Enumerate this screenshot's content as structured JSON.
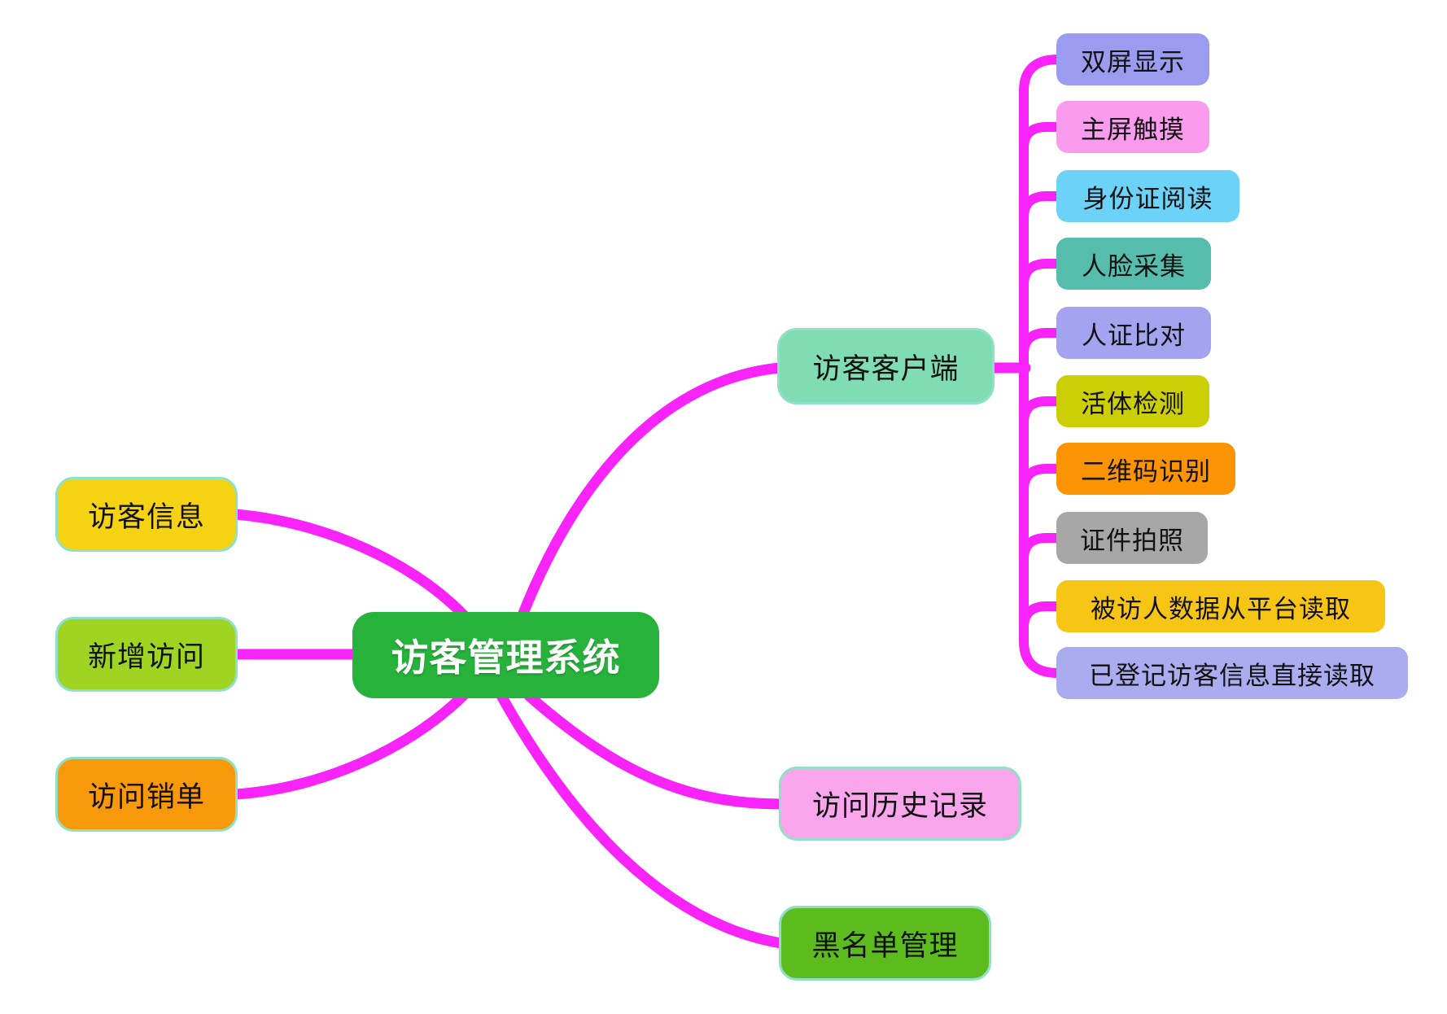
{
  "diagram": {
    "root": {
      "label": "访客管理系统"
    },
    "left_branches": [
      {
        "label": "访客信息"
      },
      {
        "label": "新增访问"
      },
      {
        "label": "访问销单"
      }
    ],
    "client_branch": {
      "label": "访客客户端"
    },
    "client_children": [
      {
        "label": "双屏显示"
      },
      {
        "label": "主屏触摸"
      },
      {
        "label": "身份证阅读"
      },
      {
        "label": "人脸采集"
      },
      {
        "label": "人证比对"
      },
      {
        "label": "活体检测"
      },
      {
        "label": "二维码识别"
      },
      {
        "label": "证件拍照"
      },
      {
        "label": "被访人数据从平台读取"
      },
      {
        "label": "已登记访客信息直接读取"
      }
    ],
    "history_branch": {
      "label": "访问历史记录"
    },
    "blacklist_branch": {
      "label": "黑名单管理"
    },
    "colors": {
      "connector": "#F823F8",
      "node_border": "#8FE0C4",
      "root_bg": "#27B23C",
      "root_text": "#FFFFFF",
      "visitor_info_bg": "#F5D313",
      "new_visit_bg": "#9FD522",
      "visit_cancel_bg": "#F8980B",
      "client_bg": "#80DCB2",
      "history_bg": "#F8A5EC",
      "blacklist_bg": "#5CBC1E",
      "child_bgs": [
        "#9B9BEF",
        "#FB9BEE",
        "#6DD2F8",
        "#56BDAD",
        "#A3A3F0",
        "#CCCE06",
        "#FB9303",
        "#A7A7A7",
        "#F7C515",
        "#ABABEF"
      ]
    }
  }
}
